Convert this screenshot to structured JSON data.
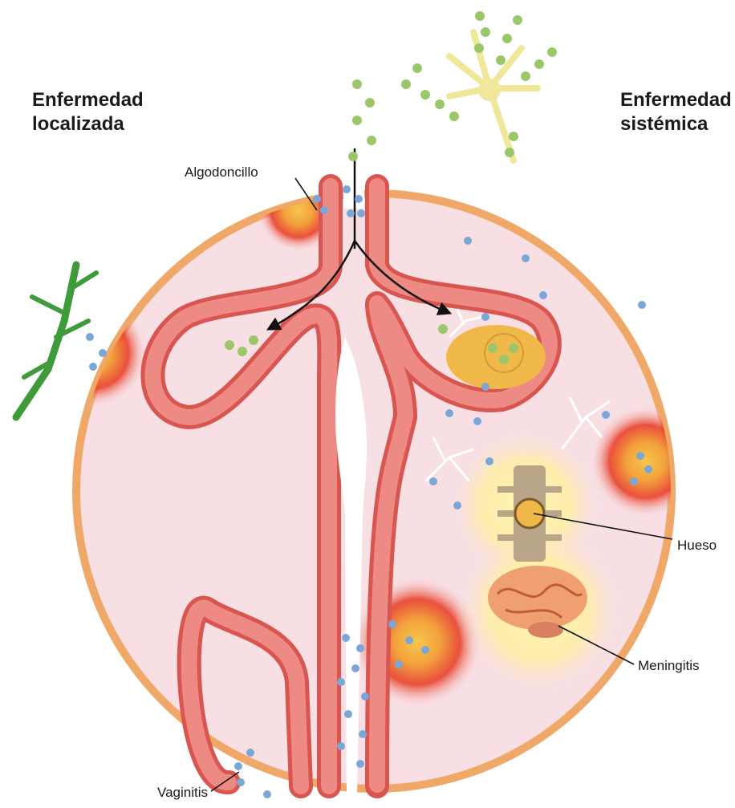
{
  "titles": {
    "left_line1": "Enfermedad",
    "left_line2": "localizada",
    "right_line1": "Enfermedad",
    "right_line2": "sistémica"
  },
  "labels": {
    "thrush": "Algodoncillo",
    "bone": "Hueso",
    "meningitis": "Meningitis",
    "vaginitis": "Vaginitis"
  },
  "colors": {
    "body_fill": "#f8dfe4",
    "body_rim": "#f0a868",
    "epithelium": "#d9554f",
    "epithelium_cell": "#ee8a84",
    "yeast_blue": "#7aa7d8",
    "spore_green": "#9cc66a",
    "mold_yellow": "#efe79a",
    "inflammation": "#e8412a",
    "glow_yellow": "#fff3a0",
    "plant_green": "#3f9a3a"
  },
  "icons": [
    "fungus-mold-icon",
    "plant-branch-icon",
    "bone-icon",
    "brain-icon",
    "yeast-cell-icon"
  ]
}
